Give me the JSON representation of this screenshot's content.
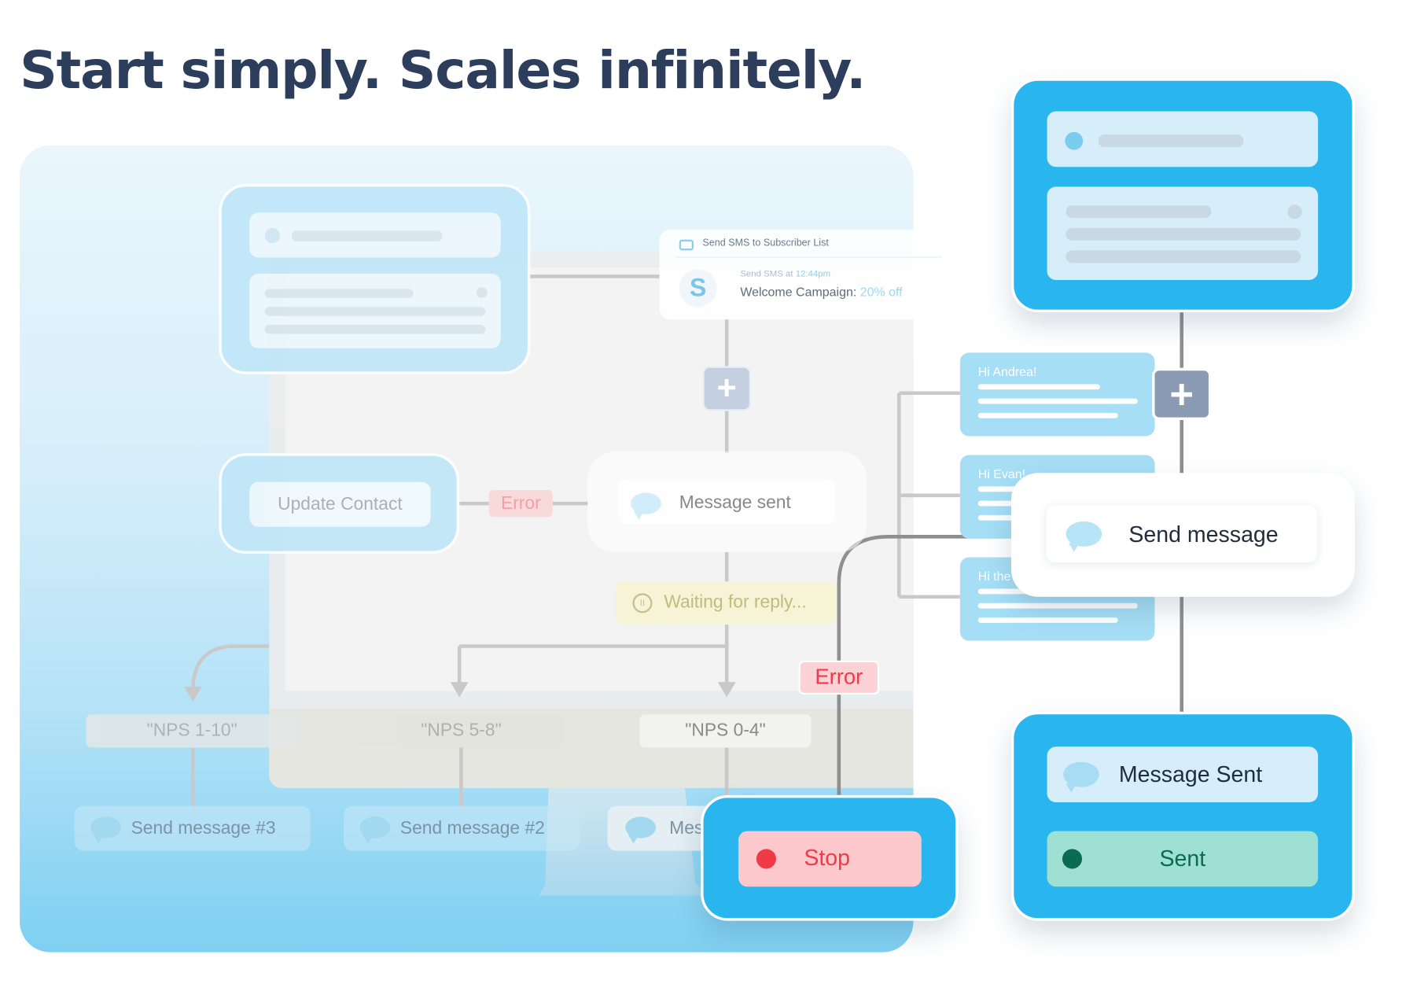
{
  "headline": "Start simply. Scales infinitely.",
  "sms_card": {
    "header": "Send SMS to Subscriber List",
    "sub_prefix": "Send SMS at",
    "sub_time": "12:44pm",
    "campaign_label": "Welcome Campaign:",
    "campaign_value": "20% off"
  },
  "flow": {
    "update_contact": "Update Contact",
    "error_label": "Error",
    "message_sent": "Message sent",
    "waiting": "Waiting for reply...",
    "branches": [
      "\"NPS 1-10\"",
      "\"NPS 5-8\"",
      "\"NPS 0-4\""
    ],
    "send_3": "Send message #3",
    "send_2": "Send message #2",
    "partial": "Mes"
  },
  "chat_cards": [
    "Hi Andrea!",
    "Hi Evan!",
    "Hi the"
  ],
  "send_message": "Send message",
  "error_main": "Error",
  "stop": "Stop",
  "message_sent_card": {
    "title": "Message Sent",
    "status": "Sent"
  },
  "colors": {
    "brand_blue": "#29b5ee",
    "navy_text": "#2c3e5c",
    "stop_red": "#ef3b48",
    "sent_green": "#0b6b52",
    "plus_grey": "#8b9bb3"
  }
}
